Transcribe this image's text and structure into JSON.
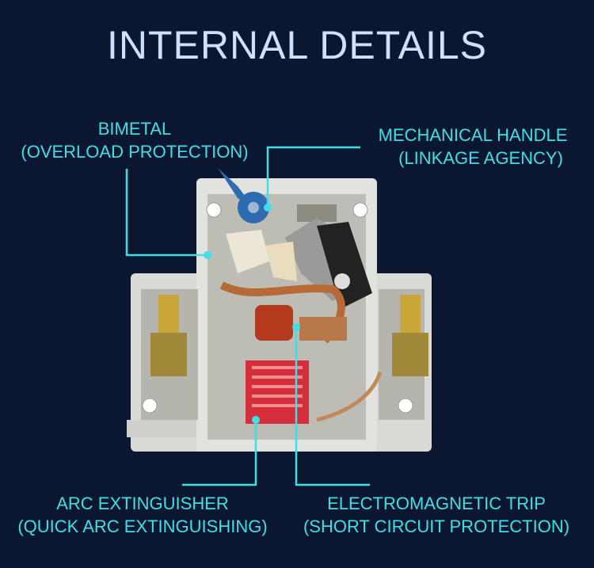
{
  "title": "INTERNAL DETAILS",
  "callouts": {
    "bimetal": {
      "line1": "BIMETAL",
      "line2": "(OVERLOAD PROTECTION)"
    },
    "handle": {
      "line1": "MECHANICAL HANDLE",
      "line2": "(LINKAGE AGENCY)"
    },
    "arc": {
      "line1": "ARC EXTINGUISHER",
      "line2": "(QUICK ARC EXTINGUISHING)"
    },
    "trip": {
      "line1": "ELECTROMAGNETIC TRIP",
      "line2": "(SHORT CIRCUIT PROTECTION)"
    }
  },
  "colors": {
    "background": "#0b1731",
    "title": "#cfe0ff",
    "accent": "#3fdfe6"
  }
}
